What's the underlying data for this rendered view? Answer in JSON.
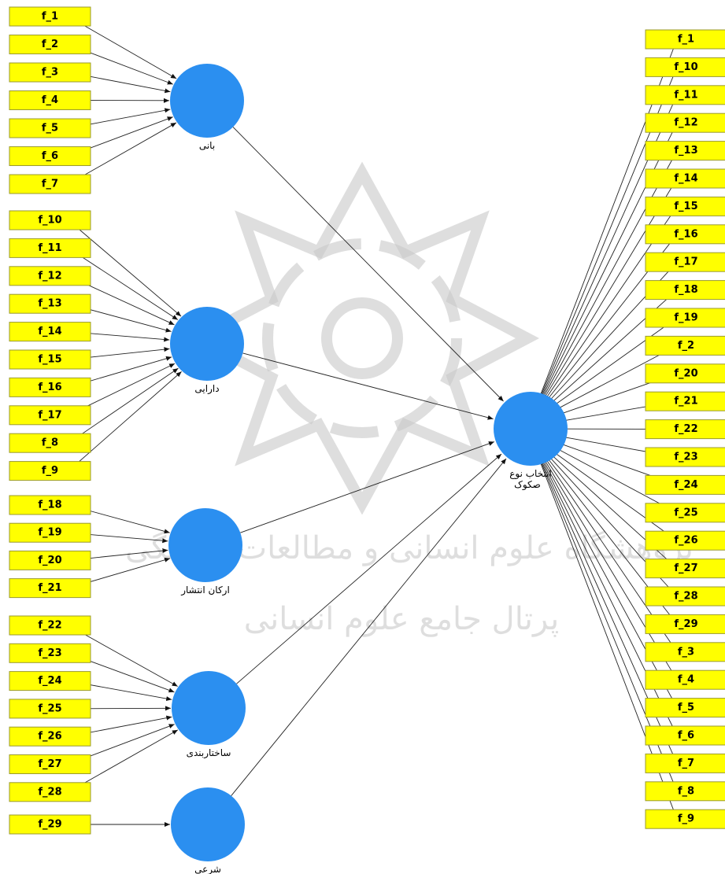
{
  "watermark": {
    "line1": "پژوهشگاه علوم انسانی و مطالعات فرهنگی",
    "line2": "پرتال جامع علوم انسانی"
  },
  "colors": {
    "construct": "#2b8ff0",
    "indicator": "#ffff00"
  },
  "constructs": [
    {
      "id": "c1",
      "label": "بانی",
      "indicators": [
        "f_1",
        "f_2",
        "f_3",
        "f_4",
        "f_5",
        "f_6",
        "f_7"
      ]
    },
    {
      "id": "c2",
      "label": "دارایی",
      "indicators": [
        "f_10",
        "f_11",
        "f_12",
        "f_13",
        "f_14",
        "f_15",
        "f_16",
        "f_17",
        "f_8",
        "f_9"
      ]
    },
    {
      "id": "c3",
      "label": "ارکان انتشار",
      "indicators": [
        "f_18",
        "f_19",
        "f_20",
        "f_21"
      ]
    },
    {
      "id": "c4",
      "label": "ساختاربندی",
      "indicators": [
        "f_22",
        "f_23",
        "f_24",
        "f_25",
        "f_26",
        "f_27",
        "f_28"
      ]
    },
    {
      "id": "c5",
      "label": "شرعی",
      "indicators": [
        "f_29"
      ]
    }
  ],
  "target": {
    "id": "t",
    "label_line1": "انتخاب نوع",
    "label_line2": "صکوک",
    "indicators": [
      "f_1",
      "f_10",
      "f_11",
      "f_12",
      "f_13",
      "f_14",
      "f_15",
      "f_16",
      "f_17",
      "f_18",
      "f_19",
      "f_2",
      "f_20",
      "f_21",
      "f_22",
      "f_23",
      "f_24",
      "f_25",
      "f_26",
      "f_27",
      "f_28",
      "f_29",
      "f_3",
      "f_4",
      "f_5",
      "f_6",
      "f_7",
      "f_8",
      "f_9"
    ]
  }
}
